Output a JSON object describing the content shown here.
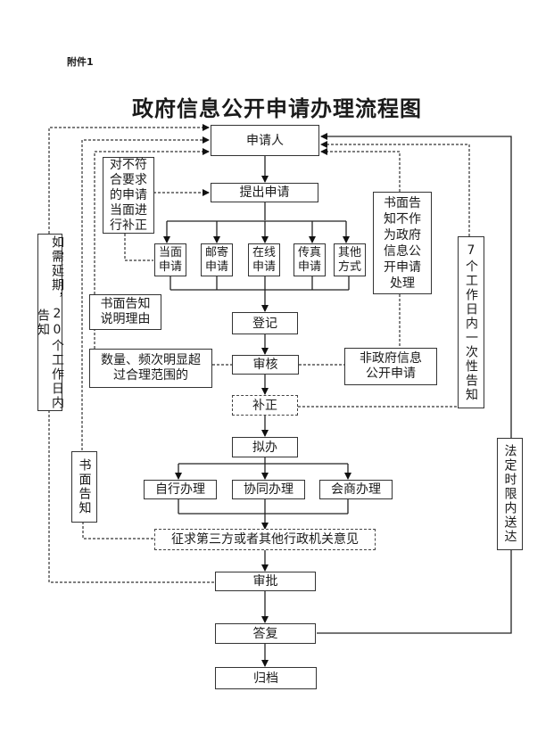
{
  "attachment_label": "附件1",
  "title": "政府信息公开申请办理流程图",
  "nodes": {
    "applicant": "申请人",
    "submit": "提出申请",
    "in_person": "当面\n申请",
    "by_mail": "邮寄\n申请",
    "online": "在线\n申请",
    "by_fax": "传真\n申请",
    "other": "其他\n方式",
    "register": "登记",
    "review": "审核",
    "supplement": "补正",
    "draft": "拟办",
    "self_handle": "自行办理",
    "joint_handle": "协同办理",
    "consult_handle": "会商办理",
    "solicit": "征求第三方或者其他行政机关意见",
    "approve": "审批",
    "reply": "答复",
    "archive": "归档"
  },
  "notes": {
    "correct_on_spot": "对不符\n合要求\n的申请\n当面进\n行补正",
    "written_not_public": "书面告\n知不作\n为政府\n信息公\n开申请\n处理",
    "written_reason": "书面告知\n说明理由",
    "excessive": "数量、频次明显超\n过合理范围的",
    "non_gov_request": "非政府信息\n公开申请",
    "extension": "如需延期，20个工作日内告知",
    "seven_days": "7个工作日内一次性告知",
    "written_notice": "书面告知",
    "deliver": "法定时限内送达"
  }
}
